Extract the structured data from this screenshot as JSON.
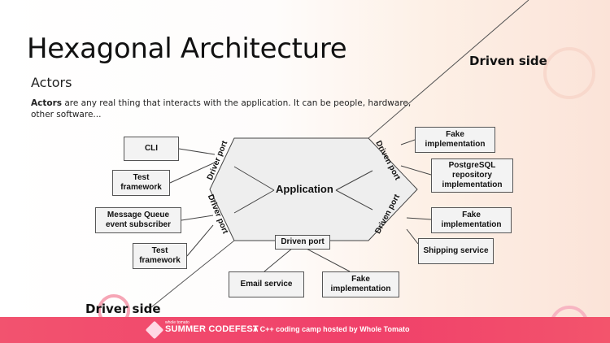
{
  "slide": {
    "title": "Hexagonal Architecture",
    "subtitle": "Actors",
    "description_bold": "Actors",
    "description_rest": " are any real thing that interacts with the application. It can be people, hardware, other software..."
  },
  "diagram": {
    "driven_side_label": "Driven side",
    "driver_side_label": "Driver side",
    "application_label": "Application",
    "ports": {
      "driver_port_top": "Driver port",
      "driver_port_bottom": "Driver port",
      "driven_port_right_top": "Driven port",
      "driven_port_right_bottom": "Driven port",
      "driven_port_bottom": "Driven port"
    },
    "actors_left": {
      "cli": "CLI",
      "test_framework_1": "Test framework",
      "mq_subscriber": "Message Queue event subscriber",
      "test_framework_2": "Test framework"
    },
    "actors_right": {
      "fake_impl_1": "Fake implementation",
      "postgres_impl": "PostgreSQL repository implementation",
      "fake_impl_2": "Fake implementation",
      "shipping_service": "Shipping service"
    },
    "actors_bottom": {
      "email_service": "Email service",
      "fake_impl_3": "Fake implementation"
    }
  },
  "footer": {
    "small_text": "whole tomato",
    "brand": "SUMMER CODEFEST",
    "tagline": "A C++ coding camp hosted by Whole Tomato"
  },
  "colors": {
    "footer_bg": "#f0406a",
    "box_fill": "#f3f3f3",
    "hexagon_fill": "#eeeeee"
  }
}
